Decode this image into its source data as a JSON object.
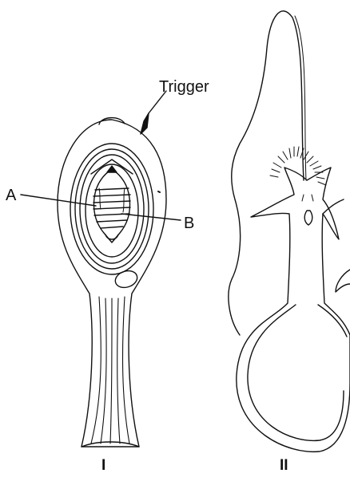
{
  "labels": {
    "trigger": "Trigger",
    "a": "A",
    "b": "B",
    "figure_one": "I",
    "figure_two": "II"
  },
  "colors": {
    "ink": "#111111",
    "background": "#ffffff"
  }
}
